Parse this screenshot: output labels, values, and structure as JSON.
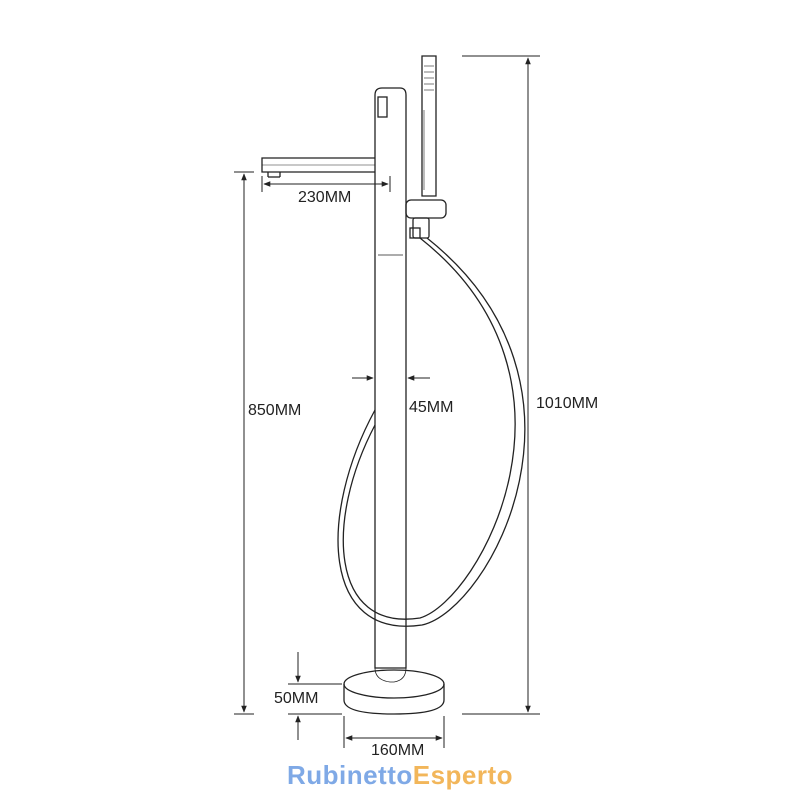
{
  "dimensions": {
    "spout_length": "230MM",
    "spout_height": "850MM",
    "pipe_diameter": "45MM",
    "total_height": "1010MM",
    "base_height": "50MM",
    "base_diameter": "160MM"
  },
  "logo": {
    "part1": "Rubinetto",
    "part2": "Esperto"
  },
  "colors": {
    "line": "#222222",
    "logo_part1": "#7fa9e6",
    "logo_part2": "#f2b65a"
  }
}
